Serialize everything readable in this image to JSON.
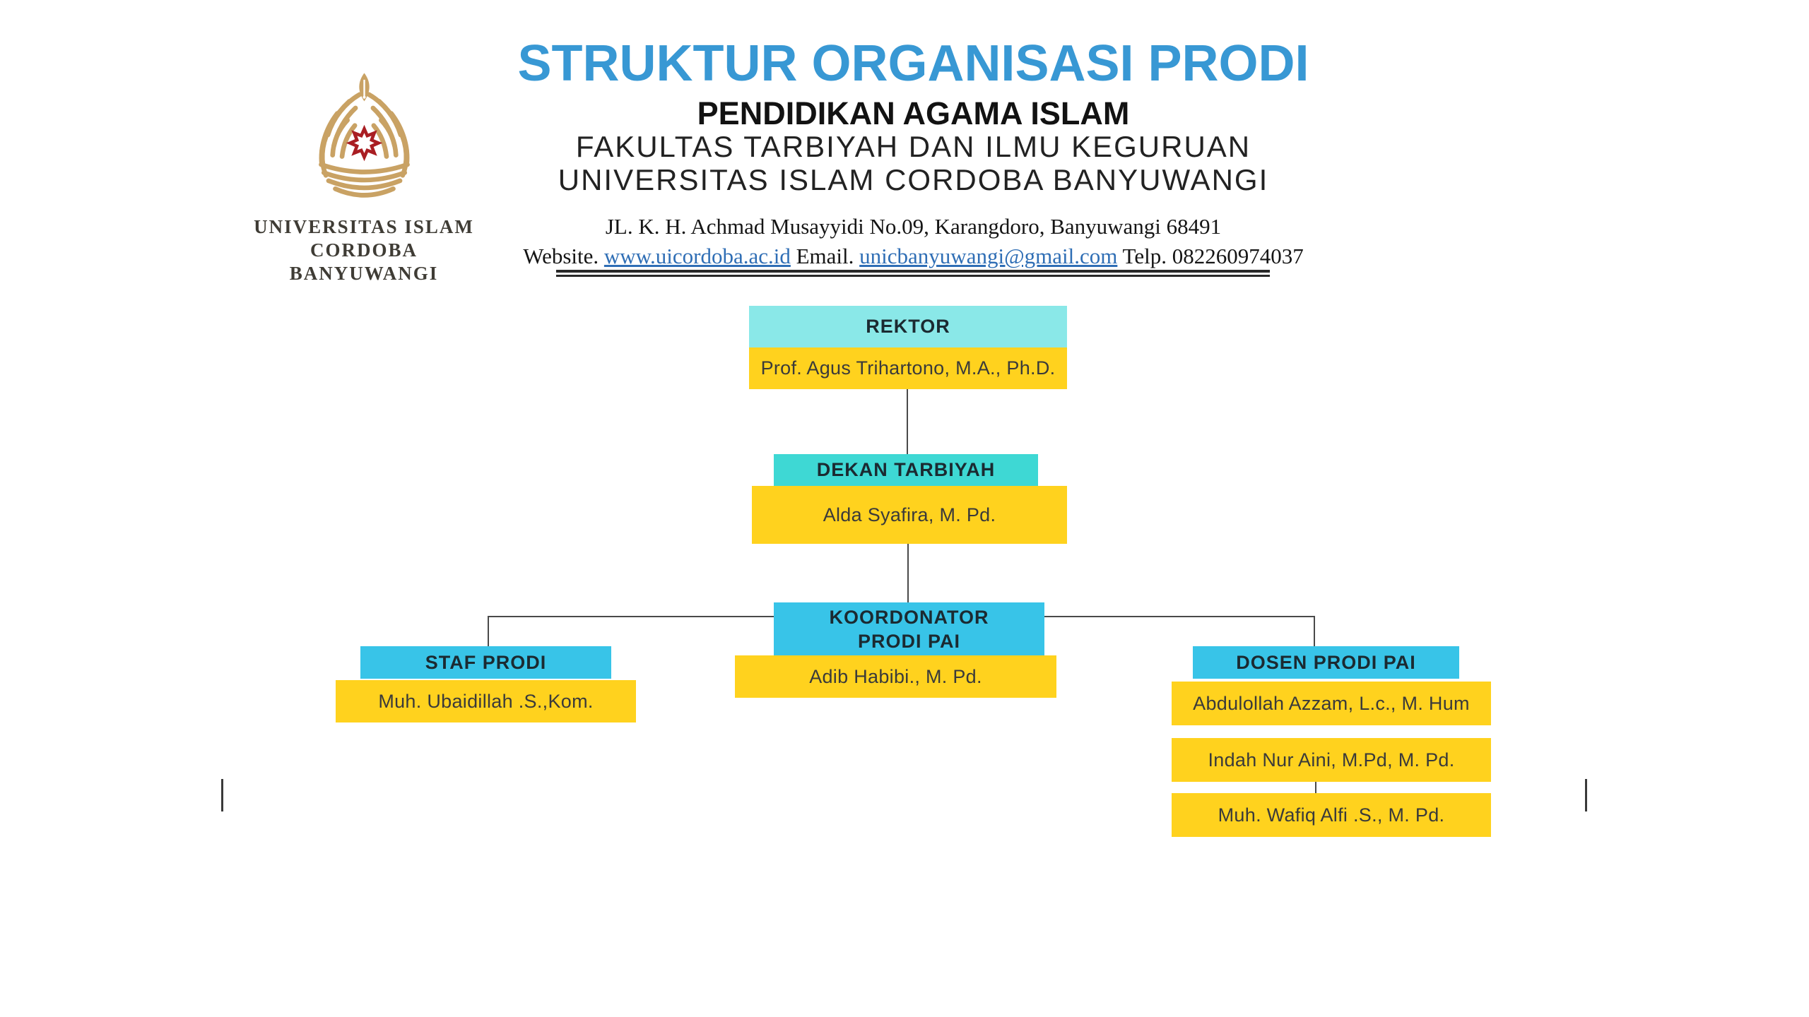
{
  "logo": {
    "icon": "university-crest-icon",
    "line1": "UNIVERSITAS ISLAM",
    "line2": "CORDOBA BANYUWANGI",
    "gold": "#C9A264",
    "red": "#A91E23"
  },
  "header": {
    "title": "STRUKTUR ORGANISASI PRODI",
    "title_color": "#3898D4",
    "program": "PENDIDIKAN AGAMA ISLAM",
    "faculty": "FAKULTAS TARBIYAH DAN ILMU KEGURUAN",
    "university": "UNIVERSITAS ISLAM CORDOBA BANYUWANGI",
    "address": "JL. K. H. Achmad Musayyidi No.09, Karangdoro, Banyuwangi 68491",
    "contact": {
      "website_label": "Website.",
      "website": "www.uicordoba.ac.id",
      "email_label": "Email.",
      "email": "unicbanyuwangi@gmail.com",
      "phone_label": "Telp.",
      "phone": "082260974037"
    }
  },
  "org": {
    "rektor": {
      "title": "REKTOR",
      "name": "Prof. Agus Trihartono, M.A., Ph.D."
    },
    "dekan": {
      "title": "DEKAN TARBIYAH",
      "name": "Alda Syafira, M. Pd."
    },
    "koordinator": {
      "title_line1": "KOORDONATOR",
      "title_line2": "PRODI PAI",
      "name": "Adib Habibi., M. Pd."
    },
    "staf": {
      "title": "STAF PRODI",
      "name": "Muh. Ubaidillah .S.,Kom."
    },
    "dosen": {
      "title": "DOSEN PRODI PAI",
      "members": [
        "Abdulollah Azzam, L.c., M. Hum",
        "Indah Nur Aini, M.Pd, M. Pd.",
        "Muh. Wafiq Alfi .S., M. Pd."
      ]
    }
  },
  "colors": {
    "header_cyan": "#8AE8E8",
    "header_teal": "#3ED8D4",
    "header_blue": "#38C4E8",
    "body_yellow": "#FFD21E",
    "connector": "#4a4a4a",
    "title_blue": "#3898D4",
    "link_blue": "#2F6EB5"
  }
}
